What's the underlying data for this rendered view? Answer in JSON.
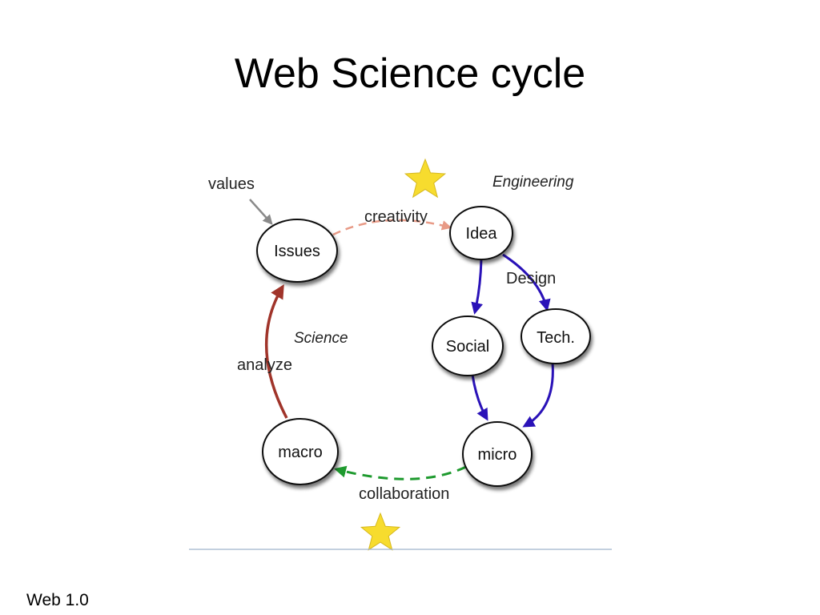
{
  "slide": {
    "title": "Web Science cycle",
    "footer": "Web 1.0"
  },
  "diagram": {
    "nodes": {
      "issues": "Issues",
      "idea": "Idea",
      "social": "Social",
      "tech": "Tech.",
      "macro": "macro",
      "micro": "micro"
    },
    "edge_labels": {
      "values": "values",
      "creativity": "creativity",
      "design": "Design",
      "analyze": "analyze",
      "collaboration": "collaboration"
    },
    "regions": {
      "engineering": "Engineering",
      "science": "Science"
    },
    "icons": [
      "star-icon",
      "star-icon"
    ],
    "colors": {
      "engineering_arrows": "#2a12b8",
      "science_arrow": "#a0342a",
      "creativity_arrow": "#e89a86",
      "collaboration_arrow": "#1e9a2e",
      "values_arrow": "#8a8a8a",
      "star": "#f7dc2e",
      "baseline": "#9fb4cc"
    }
  }
}
